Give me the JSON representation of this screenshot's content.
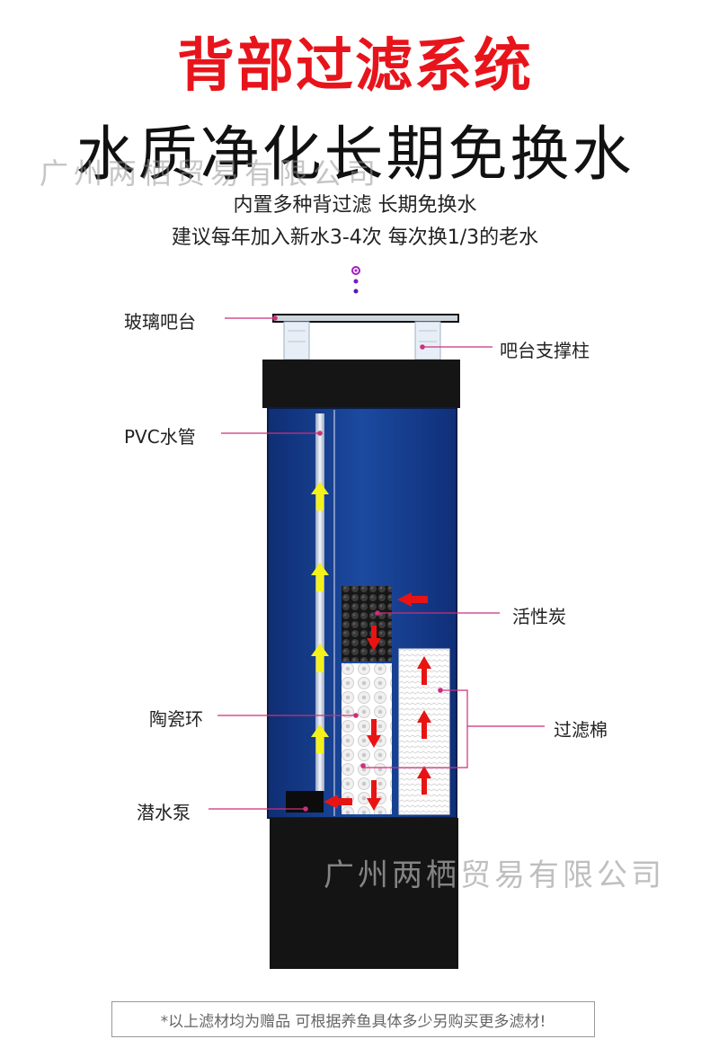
{
  "title": "背部过滤系统",
  "headline": "水质净化长期免换水",
  "subtitle_lines": [
    "内置多种背过滤 长期免换水",
    "建议每年加入新水3-4次 每次换1/3的老水"
  ],
  "watermark": "广州两栖贸易有限公司",
  "labels": {
    "glass_bar_top": "玻璃吧台",
    "bar_support_pillar": "吧台支撑柱",
    "pvc_pipe": "PVC水管",
    "activated_carbon": "活性炭",
    "ceramic_rings": "陶瓷环",
    "filter_cotton": "过滤棉",
    "submersible_pump": "潜水泵"
  },
  "footer_note": "*以上滤材均为赠品 可根据养鱼具体多少另购买更多滤材!",
  "colors": {
    "title_red": "#e8141b",
    "leader_line": "#cc2f7c",
    "tank_blue": "#173f8f",
    "cabinet_black": "#141414",
    "up_arrow": "#f4f21a",
    "flow_arrow": "#e81414"
  }
}
